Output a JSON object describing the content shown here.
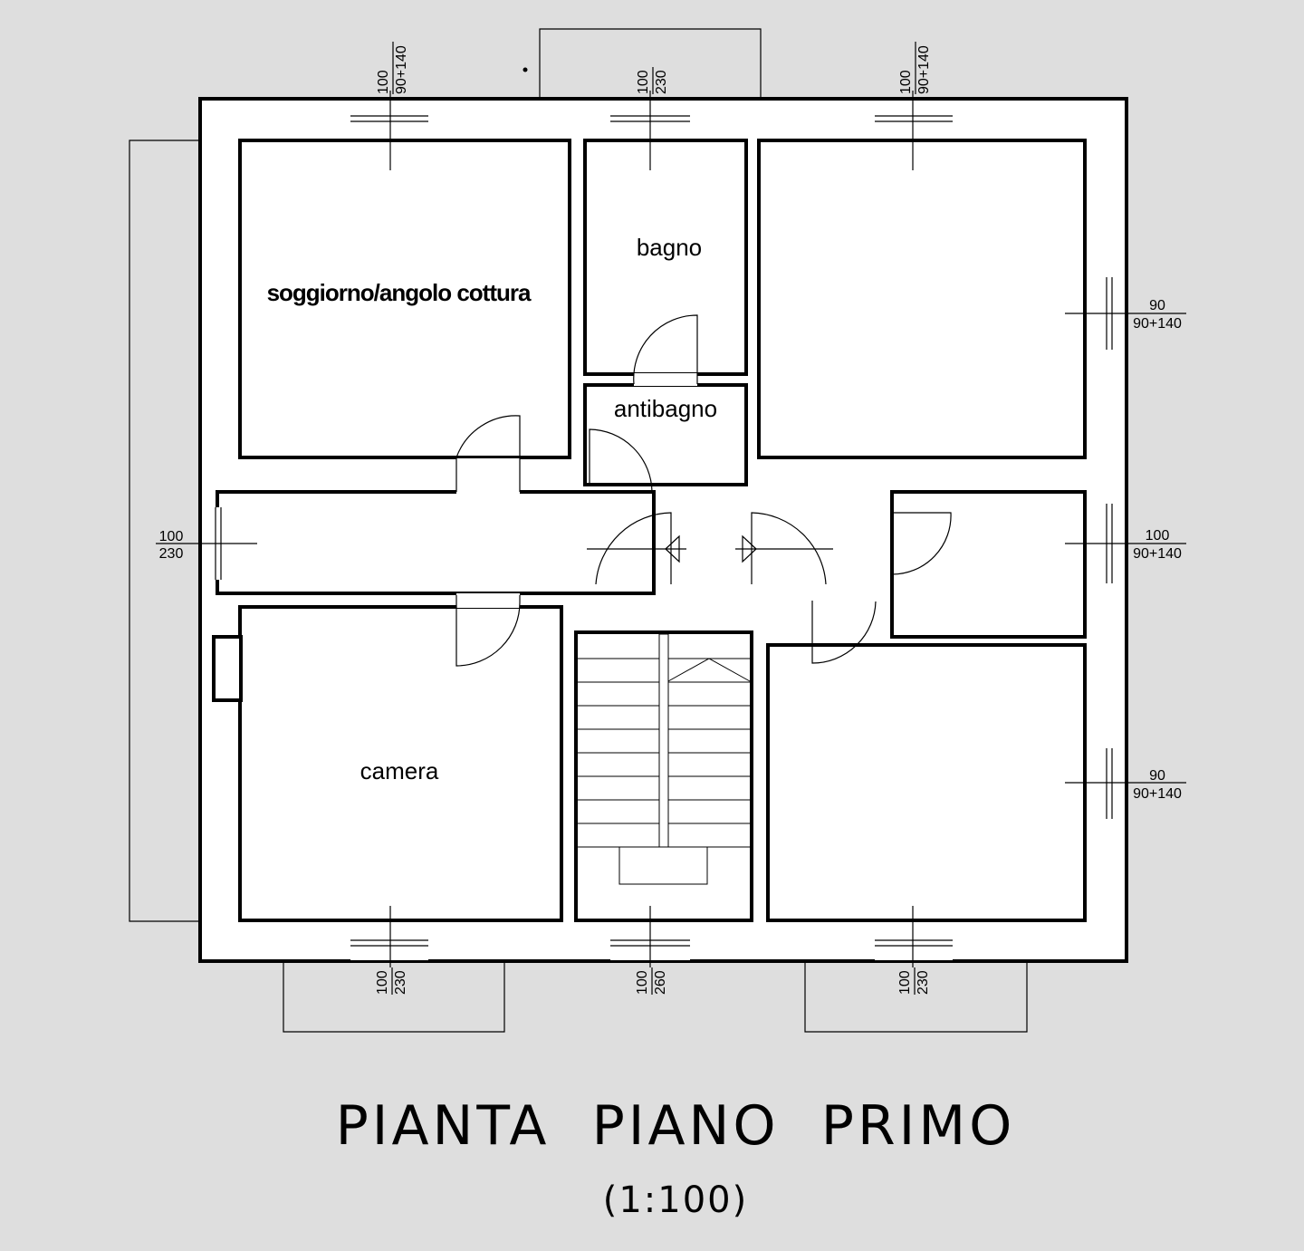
{
  "title": "PIANTA  PIANO  PRIMO",
  "scale": "(1:100)",
  "rooms": {
    "living": "soggiorno/angolo cottura",
    "bath": "bagno",
    "antibath": "antibagno",
    "bedroom": "camera"
  },
  "openings": {
    "top_left": {
      "top": "100",
      "bottom": "90+140"
    },
    "top_center": {
      "top": "100",
      "bottom": "230"
    },
    "top_right": {
      "top": "100",
      "bottom": "90+140"
    },
    "right_upper": {
      "top": "90",
      "bottom": "90+140"
    },
    "right_middle": {
      "top": "100",
      "bottom": "90+140"
    },
    "right_lower": {
      "top": "90",
      "bottom": "90+140"
    },
    "left_middle": {
      "top": "100",
      "bottom": "230"
    },
    "bottom_left": {
      "top": "100",
      "bottom": "230"
    },
    "bottom_center": {
      "top": "100",
      "bottom": "260"
    },
    "bottom_right": {
      "top": "100",
      "bottom": "230"
    }
  }
}
